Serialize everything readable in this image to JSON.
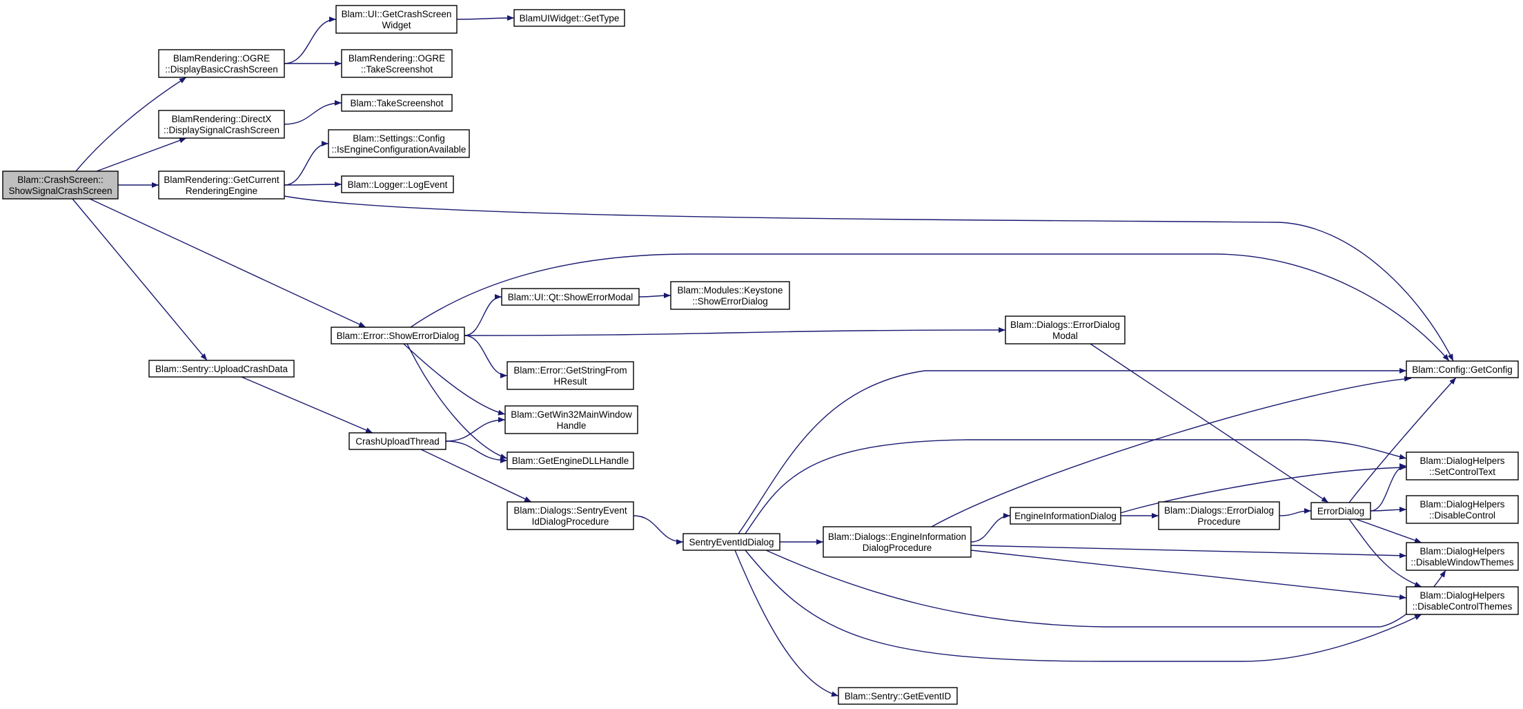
{
  "colors": {
    "edge": "#191970",
    "node_border": "#000000",
    "node_fill": "#ffffff",
    "root_fill": "#bfbfbf",
    "text": "#000000"
  },
  "nodes": [
    {
      "id": "crash_show",
      "lines": [
        "Blam::CrashScreen::",
        "ShowSignalCrashScreen"
      ],
      "root": true
    },
    {
      "id": "ogre_display",
      "lines": [
        "BlamRendering::OGRE",
        "::DisplayBasicCrashScreen"
      ]
    },
    {
      "id": "dx_display",
      "lines": [
        "BlamRendering::DirectX",
        "::DisplaySignalCrashScreen"
      ]
    },
    {
      "id": "get_render",
      "lines": [
        "BlamRendering::GetCurrent",
        "RenderingEngine"
      ]
    },
    {
      "id": "upload_crash",
      "lines": [
        "Blam::Sentry::UploadCrashData"
      ]
    },
    {
      "id": "ui_crash_widget",
      "lines": [
        "Blam::UI::GetCrashScreen",
        "Widget"
      ]
    },
    {
      "id": "uiwidget_type",
      "lines": [
        "BlamUIWidget::GetType"
      ]
    },
    {
      "id": "ogre_screenshot",
      "lines": [
        "BlamRendering::OGRE",
        "::TakeScreenshot"
      ]
    },
    {
      "id": "take_screenshot",
      "lines": [
        "Blam::TakeScreenshot"
      ]
    },
    {
      "id": "config_avail",
      "lines": [
        "Blam::Settings::Config",
        "::IsEngineConfigurationAvailable"
      ]
    },
    {
      "id": "log_event",
      "lines": [
        "Blam::Logger::LogEvent"
      ]
    },
    {
      "id": "show_error_dialog",
      "lines": [
        "Blam::Error::ShowErrorDialog"
      ]
    },
    {
      "id": "crash_upload_thread",
      "lines": [
        "CrashUploadThread"
      ]
    },
    {
      "id": "qt_modal",
      "lines": [
        "Blam::UI::Qt::ShowErrorModal"
      ]
    },
    {
      "id": "keystone_dialog",
      "lines": [
        "Blam::Modules::Keystone",
        "::ShowErrorDialog"
      ]
    },
    {
      "id": "string_hresult",
      "lines": [
        "Blam::Error::GetStringFrom",
        "HResult"
      ]
    },
    {
      "id": "win32_handle",
      "lines": [
        "Blam::GetWin32MainWindow",
        "Handle"
      ]
    },
    {
      "id": "dll_handle",
      "lines": [
        "Blam::GetEngineDLLHandle"
      ]
    },
    {
      "id": "sentry_proc",
      "lines": [
        "Blam::Dialogs::SentryEvent",
        "IdDialogProcedure"
      ]
    },
    {
      "id": "sentry_dialog",
      "lines": [
        "SentryEventIdDialog"
      ]
    },
    {
      "id": "engine_info_proc",
      "lines": [
        "Blam::Dialogs::EngineInformation",
        "DialogProcedure"
      ]
    },
    {
      "id": "get_event_id",
      "lines": [
        "Blam::Sentry::GetEventID"
      ]
    },
    {
      "id": "error_modal",
      "lines": [
        "Blam::Dialogs::ErrorDialog",
        "Modal"
      ]
    },
    {
      "id": "engine_info_dialog",
      "lines": [
        "EngineInformationDialog"
      ]
    },
    {
      "id": "error_dialog_proc",
      "lines": [
        "Blam::Dialogs::ErrorDialog",
        "Procedure"
      ]
    },
    {
      "id": "error_dialog",
      "lines": [
        "ErrorDialog"
      ]
    },
    {
      "id": "get_config",
      "lines": [
        "Blam::Config::GetConfig"
      ]
    },
    {
      "id": "set_control_text",
      "lines": [
        "Blam::DialogHelpers",
        "::SetControlText"
      ]
    },
    {
      "id": "disable_control",
      "lines": [
        "Blam::DialogHelpers",
        "::DisableControl"
      ]
    },
    {
      "id": "disable_window_themes",
      "lines": [
        "Blam::DialogHelpers",
        "::DisableWindowThemes"
      ]
    },
    {
      "id": "disable_control_themes",
      "lines": [
        "Blam::DialogHelpers",
        "::DisableControlThemes"
      ]
    }
  ],
  "edges": [
    [
      "crash_show",
      "ogre_display"
    ],
    [
      "crash_show",
      "dx_display"
    ],
    [
      "crash_show",
      "get_render"
    ],
    [
      "crash_show",
      "show_error_dialog"
    ],
    [
      "crash_show",
      "upload_crash"
    ],
    [
      "ogre_display",
      "ui_crash_widget"
    ],
    [
      "ogre_display",
      "ogre_screenshot"
    ],
    [
      "ui_crash_widget",
      "uiwidget_type"
    ],
    [
      "dx_display",
      "take_screenshot"
    ],
    [
      "get_render",
      "config_avail"
    ],
    [
      "get_render",
      "log_event"
    ],
    [
      "get_render",
      "get_config"
    ],
    [
      "show_error_dialog",
      "get_config"
    ],
    [
      "show_error_dialog",
      "qt_modal"
    ],
    [
      "qt_modal",
      "keystone_dialog"
    ],
    [
      "show_error_dialog",
      "error_modal"
    ],
    [
      "show_error_dialog",
      "string_hresult"
    ],
    [
      "show_error_dialog",
      "win32_handle"
    ],
    [
      "show_error_dialog",
      "dll_handle"
    ],
    [
      "upload_crash",
      "crash_upload_thread"
    ],
    [
      "crash_upload_thread",
      "win32_handle"
    ],
    [
      "crash_upload_thread",
      "dll_handle"
    ],
    [
      "crash_upload_thread",
      "sentry_proc"
    ],
    [
      "sentry_proc",
      "sentry_dialog"
    ],
    [
      "sentry_dialog",
      "engine_info_proc"
    ],
    [
      "sentry_dialog",
      "get_event_id"
    ],
    [
      "sentry_dialog",
      "get_config"
    ],
    [
      "sentry_dialog",
      "set_control_text"
    ],
    [
      "sentry_dialog",
      "disable_window_themes"
    ],
    [
      "sentry_dialog",
      "disable_control_themes"
    ],
    [
      "engine_info_proc",
      "engine_info_dialog"
    ],
    [
      "engine_info_proc",
      "get_config"
    ],
    [
      "engine_info_proc",
      "disable_window_themes"
    ],
    [
      "engine_info_proc",
      "disable_control_themes"
    ],
    [
      "engine_info_dialog",
      "error_dialog_proc"
    ],
    [
      "engine_info_dialog",
      "set_control_text"
    ],
    [
      "error_dialog_proc",
      "error_dialog"
    ],
    [
      "error_modal",
      "error_dialog"
    ],
    [
      "error_dialog",
      "get_config"
    ],
    [
      "error_dialog",
      "set_control_text"
    ],
    [
      "error_dialog",
      "disable_control"
    ],
    [
      "error_dialog",
      "disable_window_themes"
    ],
    [
      "error_dialog",
      "disable_control_themes"
    ]
  ]
}
